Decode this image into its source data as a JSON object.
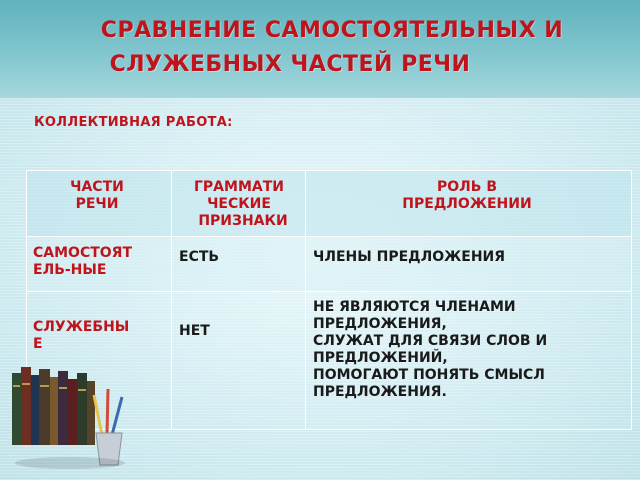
{
  "title": {
    "line1": "СРАВНЕНИЕ САМОСТОЯТЕЛЬНЫХ И",
    "line2": "СЛУЖЕБНЫХ ЧАСТЕЙ РЕЧИ"
  },
  "subtitle": "КОЛЛЕКТИВНАЯ РАБОТА:",
  "table": {
    "headers": {
      "col1": [
        "ЧАСТИ",
        "РЕЧИ"
      ],
      "col2": [
        "ГРАММАТИ",
        "ЧЕСКИЕ",
        "ПРИЗНАКИ"
      ],
      "col3": [
        "РОЛЬ В",
        "ПРЕДЛОЖЕНИИ"
      ]
    },
    "rows": [
      {
        "part": [
          "САМОСТОЯТ",
          "ЕЛЬ-НЫЕ"
        ],
        "features": [
          "ЕСТЬ"
        ],
        "role": [
          "ЧЛЕНЫ ПРЕДЛОЖЕНИЯ"
        ]
      },
      {
        "part": [
          "СЛУЖЕБНЫ",
          "Е"
        ],
        "features": [
          "НЕТ"
        ],
        "role": [
          "НЕ ЯВЛЯЮТСЯ ЧЛЕНАМИ",
          "ПРЕДЛОЖЕНИЯ,",
          "СЛУЖАТ ДЛЯ СВЯЗИ СЛОВ И",
          "ПРЕДЛОЖЕНИЙ,",
          "ПОМОГАЮТ ПОНЯТЬ СМЫСЛ",
          "ПРЕДЛОЖЕНИЯ."
        ]
      }
    ]
  },
  "colors": {
    "accent": "#c0141c",
    "text": "#1a1a1a",
    "header_bg": "#82c6cf",
    "body_bg": "#d9f0f4"
  },
  "icons": [
    "books-icon"
  ]
}
